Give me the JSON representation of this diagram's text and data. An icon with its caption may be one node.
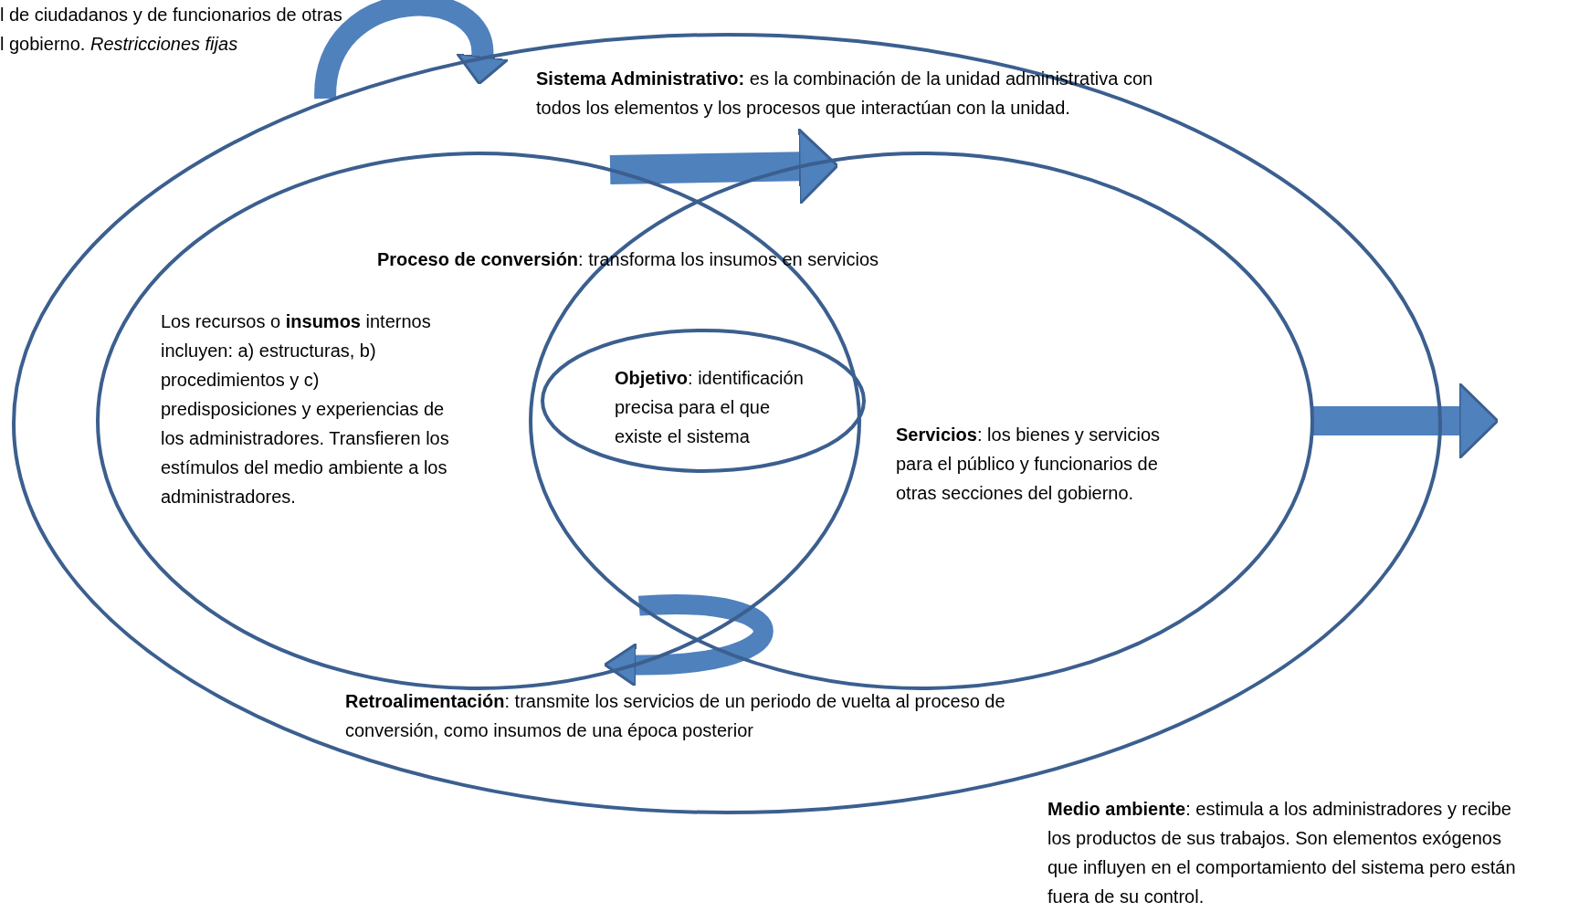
{
  "diagram": {
    "nodes": [
      {
        "text": [
          "**Sistema Administrativo:** es la combinación de la unidad administrativa con todos los elementos y los procesos que interactúan con la unidad."
        ]
      },
      {
        "text": [
          "Los recursos o **insumos** internos incluyen: a) estructuras, b) procedimientos y c) predisposiciones y experiencias de los administradores. Transfieren los estímulos del medio ambiente a los administradores."
        ],
        "in": 0
      },
      {
        "text": [
          "**Servicios**: los bienes y servicios para el público y funcionarios de otras secciones del gobierno."
        ],
        "in": 0
      },
      {
        "text": [
          "**Objetivo**: identificación precisa para el que existe el  sistema"
        ]
      },
      {
        "text": [
          "l de ciudadanos y de funcionarios de otras l gobierno. *Restricciones fijas*"
        ]
      }
    ],
    "edges": [
      {
        "from": 4,
        "to": 0,
        "arrow": "to"
      },
      {
        "from": 1,
        "to": 2,
        "arrow": "to"
      },
      {
        "from": 2,
        "to": null,
        "arrow": "to"
      },
      {
        "from": 2,
        "to": 1,
        "arrow": "to"
      }
    ],
    "labels": [
      "**Proceso de conversión**: transforma los insumos en servicios",
      "**Retroalimentación**: transmite los servicios de un periodo de vuelta al proceso de conversión, como insumos de una época posterior",
      "**Medio ambiente**: estimula a los administradores y recibe los productos de sus trabajos. Son elementos exógenos que influyen en el comportamiento del sistema pero están fuera de su control."
    ]
  }
}
